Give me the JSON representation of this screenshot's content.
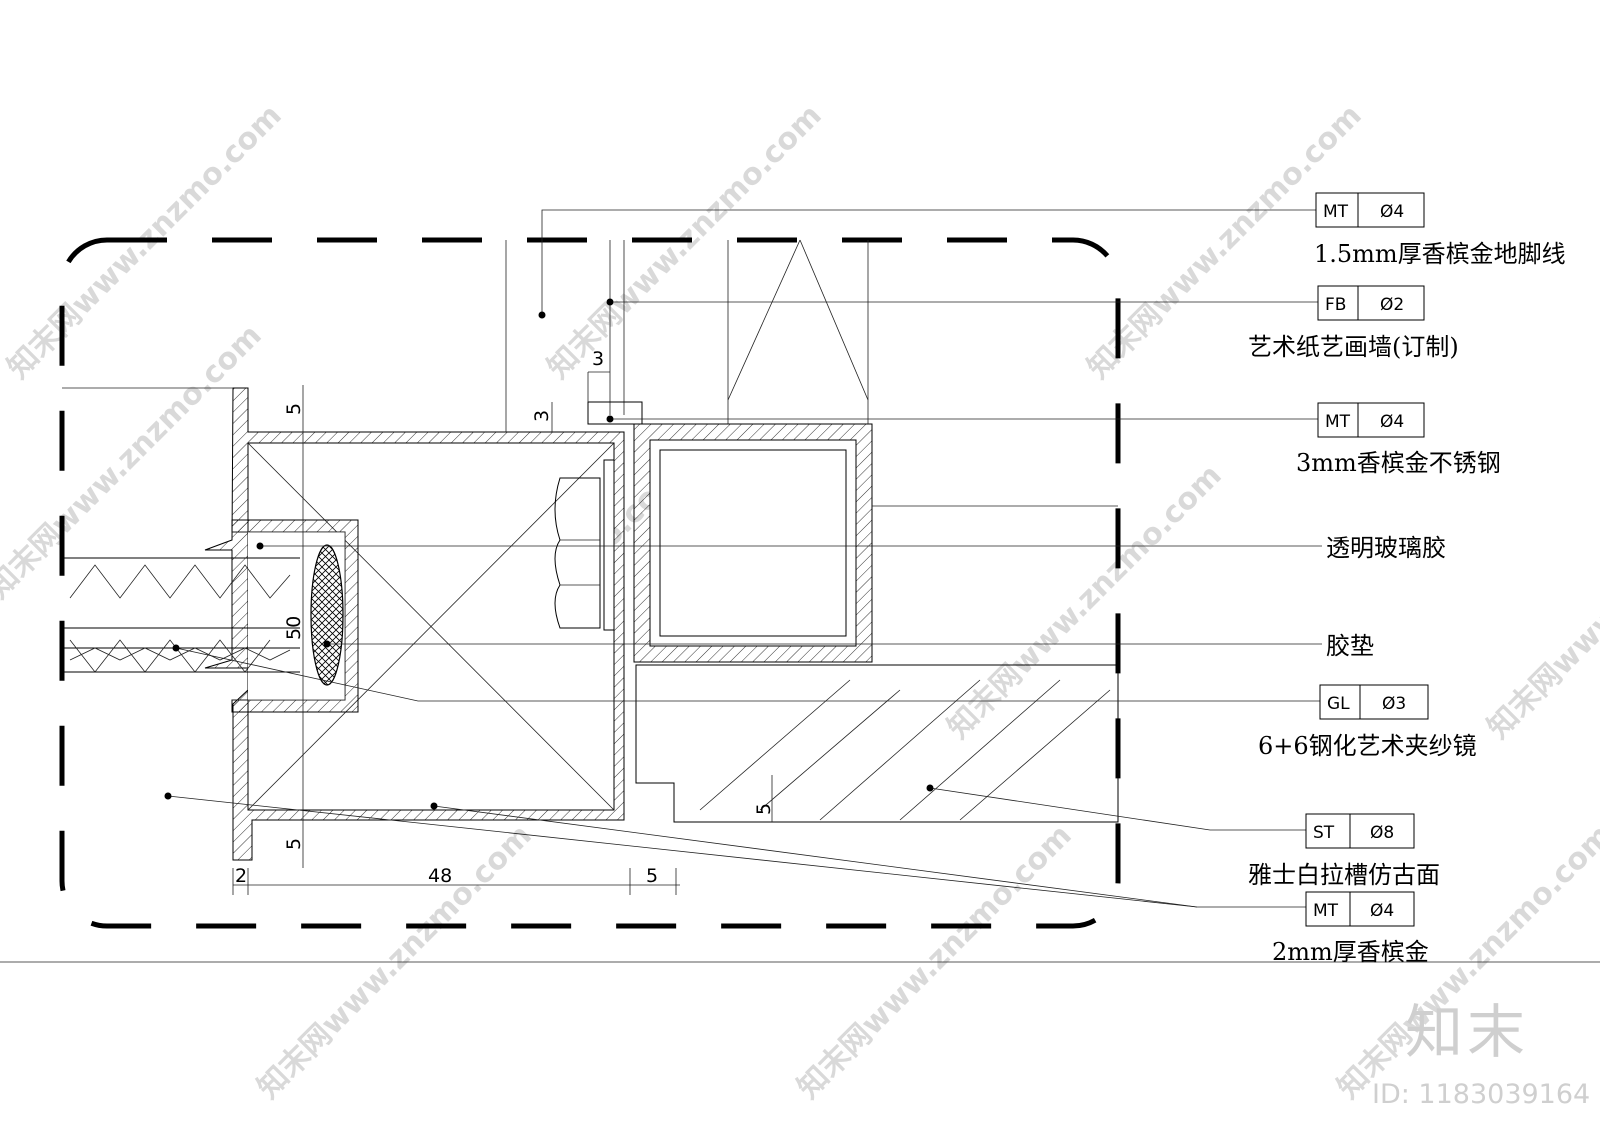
{
  "dimensions": {
    "top_5": "5",
    "left_50": "50",
    "bottom_5": "5",
    "small_3a": "3",
    "small_3b": "3",
    "bottom_2": "2",
    "bottom_48": "48",
    "bottom_5b": "5",
    "mid_5": "5"
  },
  "callouts": [
    {
      "code": "MT",
      "num": "Ø4",
      "label": "1.5mm厚香槟金地脚线"
    },
    {
      "code": "FB",
      "num": "Ø2",
      "label": "艺术纸艺画墙(订制)"
    },
    {
      "code": "MT",
      "num": "Ø4",
      "label": "3mm香槟金不锈钢"
    },
    {
      "code": "",
      "num": "",
      "label": "透明玻璃胶"
    },
    {
      "code": "",
      "num": "",
      "label": "胶垫"
    },
    {
      "code": "GL",
      "num": "Ø3",
      "label": "6+6钢化艺术夹纱镜"
    },
    {
      "code": "ST",
      "num": "Ø8",
      "label": "雅士白拉槽仿古面"
    },
    {
      "code": "MT",
      "num": "Ø4",
      "label": "2mm厚香槟金"
    }
  ],
  "watermark": {
    "text": "知末网www.znzmo.com",
    "logo": "知末",
    "id": "ID: 1183039164"
  }
}
